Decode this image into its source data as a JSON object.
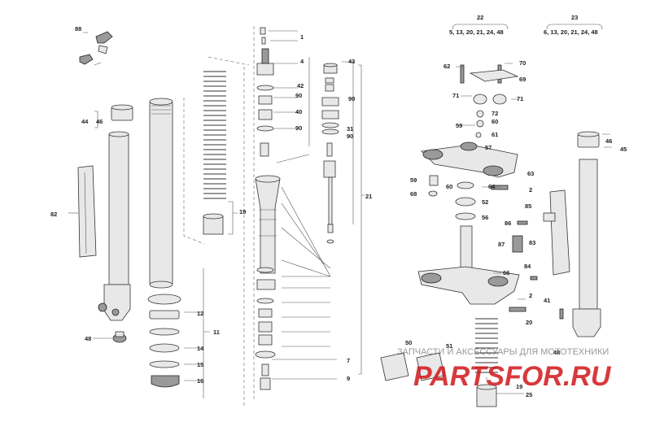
{
  "diagram": {
    "headers": {
      "h22": {
        "number": "22",
        "parts": "5, 13, 20, 21, 24, 48"
      },
      "h23": {
        "number": "23",
        "parts": "6, 13, 20, 21, 24, 48"
      }
    },
    "labels": {
      "l1": "1",
      "l2a": "2",
      "l2b": "2",
      "l4": "4",
      "l7": "7",
      "l9": "9",
      "l11": "11",
      "l12": "12",
      "l14": "14",
      "l15": "15",
      "l16": "16",
      "l19a": "19",
      "l19b": "19",
      "l20": "20",
      "l21": "21",
      "l25": "25",
      "l31": "31",
      "l40": "40",
      "l41": "41",
      "l42": "42",
      "l43": "43",
      "l44": "44",
      "l45": "45",
      "l46a": "46",
      "l46b": "46",
      "l48a": "48",
      "l48b": "48",
      "l50": "50",
      "l51": "51",
      "l52": "52",
      "l56": "56",
      "l57": "57",
      "l59a": "59",
      "l59b": "59",
      "l60a": "60",
      "l60b": "60",
      "l61": "61",
      "l62": "62",
      "l63": "63",
      "l64": "64",
      "l66": "66",
      "l68": "68",
      "l69": "69",
      "l70": "70",
      "l71a": "71",
      "l71b": "71",
      "l72": "72",
      "l82": "82",
      "l83": "83",
      "l84": "84",
      "l85": "85",
      "l86": "86",
      "l87": "87",
      "l88": "88",
      "l90a": "90",
      "l90b": "90",
      "l90c": "90"
    },
    "watermark": {
      "caption": "ЗАПЧАСТИ И АКСЕССУАРЫ ДЛЯ МОТОТЕХНИКИ",
      "logo": "PARTSFOR.RU"
    }
  }
}
